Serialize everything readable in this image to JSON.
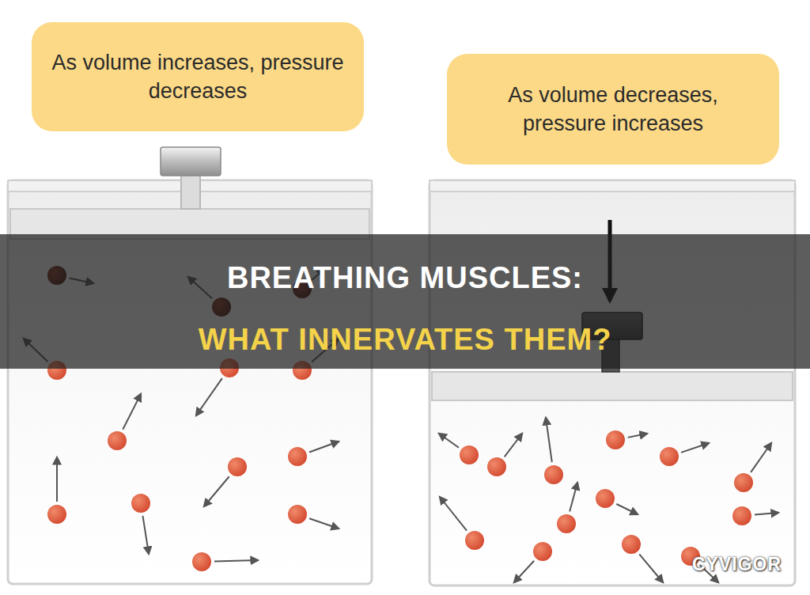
{
  "diagram": {
    "title": "BREATHING MUSCLES:",
    "nodes": [
      {
        "text": [
          "As volume increases, pressure decreases"
        ]
      },
      {
        "text": [
          "As volume decreases, pressure increases"
        ]
      }
    ],
    "labels": [
      "WHAT INNERVATES THEM?",
      "CYVIGOR"
    ]
  }
}
